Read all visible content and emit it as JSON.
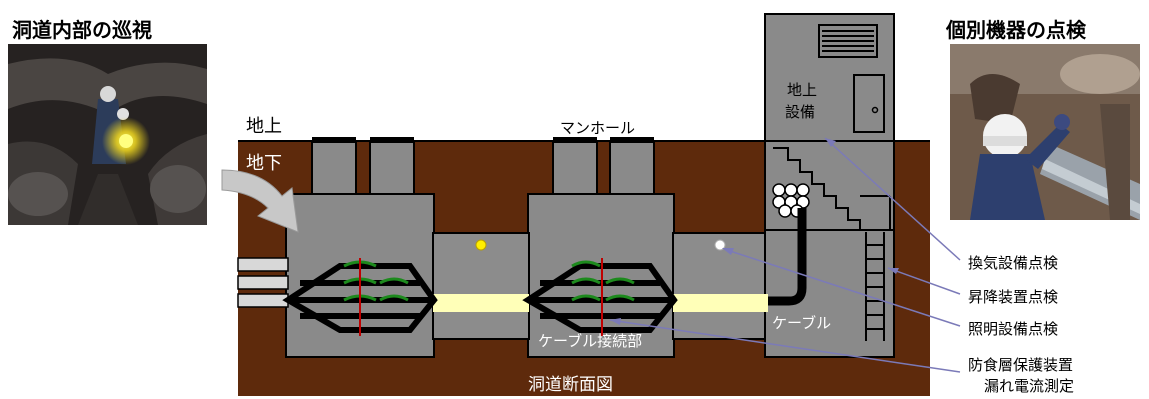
{
  "titles": {
    "left": "洞道内部の巡視",
    "right": "個別機器の点検"
  },
  "labels": {
    "above_ground": "地上",
    "below_ground": "地下",
    "manhole": "マンホール",
    "surface_equipment_line1": "地上",
    "surface_equipment_line2": "設備",
    "cable": "ケーブル",
    "cable_joint": "ケーブル接続部",
    "cross_section": "洞道断面図"
  },
  "callouts": {
    "ventilation": "換気設備点検",
    "elevator": "昇降装置点検",
    "lighting": "照明設備点検",
    "corrosion_line1": "防食層保護装置",
    "corrosion_line2": "漏れ電流測定"
  },
  "photos": {
    "left": "tunnel-inspection-photo",
    "right": "equipment-inspection-photo"
  },
  "colors": {
    "soil": "#5e2a0c",
    "concrete": "#8a8a8a",
    "tunnel": "#8c8c8c",
    "cable": "#ffffb8",
    "callout_line": "#7b7ab8"
  }
}
